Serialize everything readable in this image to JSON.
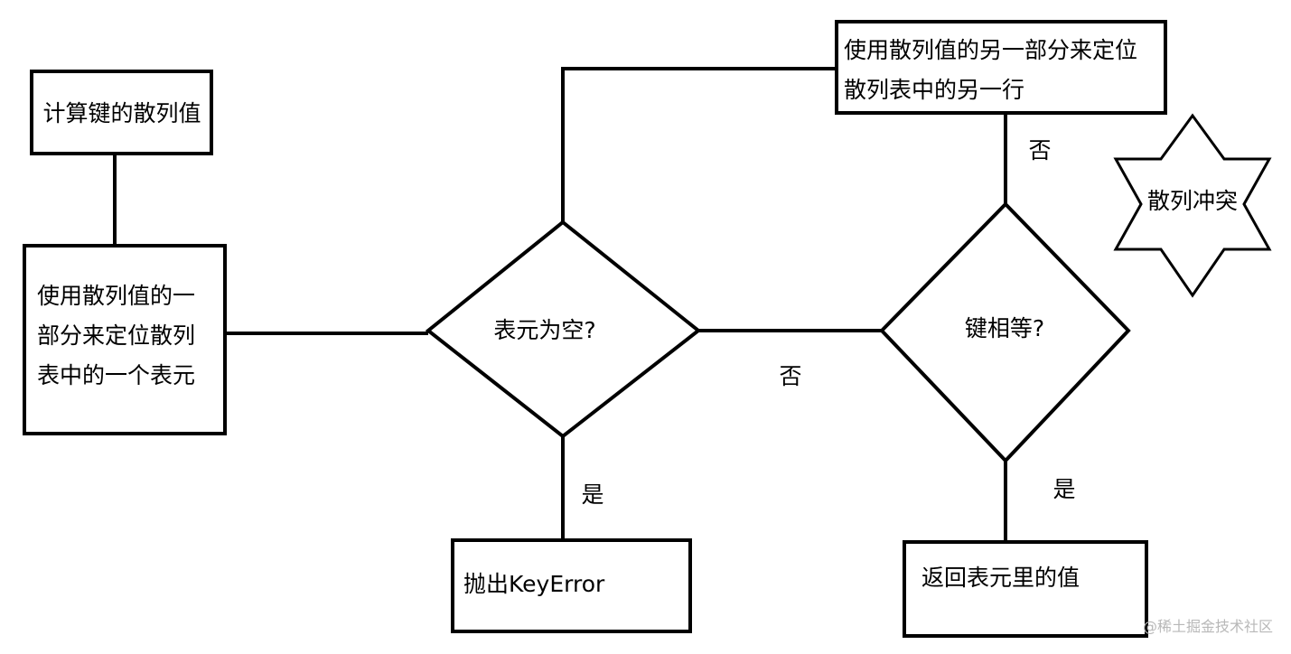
{
  "nodes": {
    "compute_hash": "计算键的散列值",
    "locate_bucket": {
      "line1": "使用散列值的一",
      "line2": "部分来定位散列",
      "line3": "表中的一个表元"
    },
    "bucket_empty": "表元为空?",
    "raise_keyerror": "抛出KeyError",
    "keys_equal": "键相等?",
    "return_value": "返回表元里的值",
    "locate_other_row": {
      "line1": "使用散列值的另一部分来定位",
      "line2": "散列表中的另一行"
    },
    "hash_collision": "散列冲突"
  },
  "edge_labels": {
    "empty_no": "否",
    "empty_yes": "是",
    "equal_no": "否",
    "equal_yes": "是"
  },
  "watermark": "@稀土掘金技术社区",
  "colors": {
    "stroke": "#000000",
    "background": "#ffffff",
    "watermark": "#b8b8b8"
  }
}
